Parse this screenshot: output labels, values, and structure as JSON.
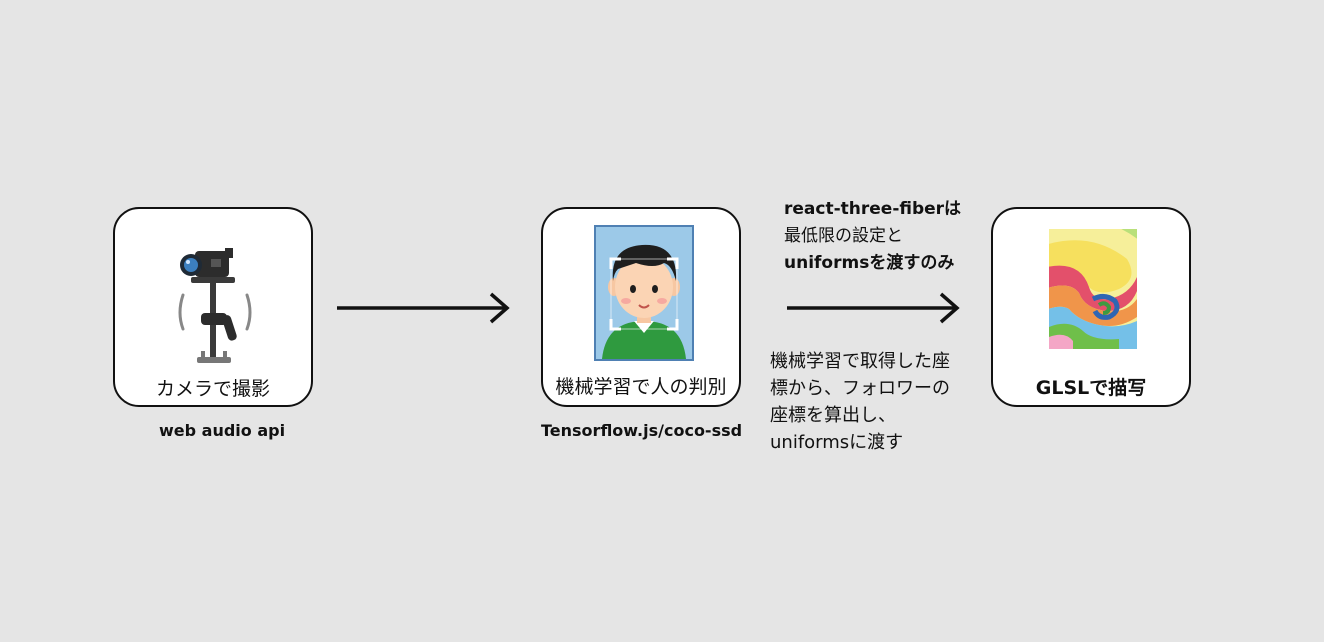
{
  "steps": [
    {
      "label": "カメラで撮影",
      "caption": "web audio api",
      "icon": "camera-stabilizer-icon"
    },
    {
      "label": "機械学習で人の判別",
      "caption": "Tensorflow.js/coco-ssd",
      "icon": "face-detection-icon"
    },
    {
      "label": "GLSLで描写",
      "icon": "swirl-shader-icon"
    }
  ],
  "notes": {
    "top": [
      "react-three-fiberは",
      "最低限の設定と",
      "uniformsを渡すのみ"
    ],
    "bottom": [
      "機械学習で取得した座",
      "標から、フォロワーの",
      "座標を算出し、",
      "uniformsに渡す"
    ]
  },
  "colors": {
    "background": "#e5e5e5",
    "card": "#ffffff",
    "stroke": "#111111",
    "portrait_bg": "#9cc9e8",
    "shirt": "#2f9a3f",
    "skin": "#fbd4b4"
  }
}
